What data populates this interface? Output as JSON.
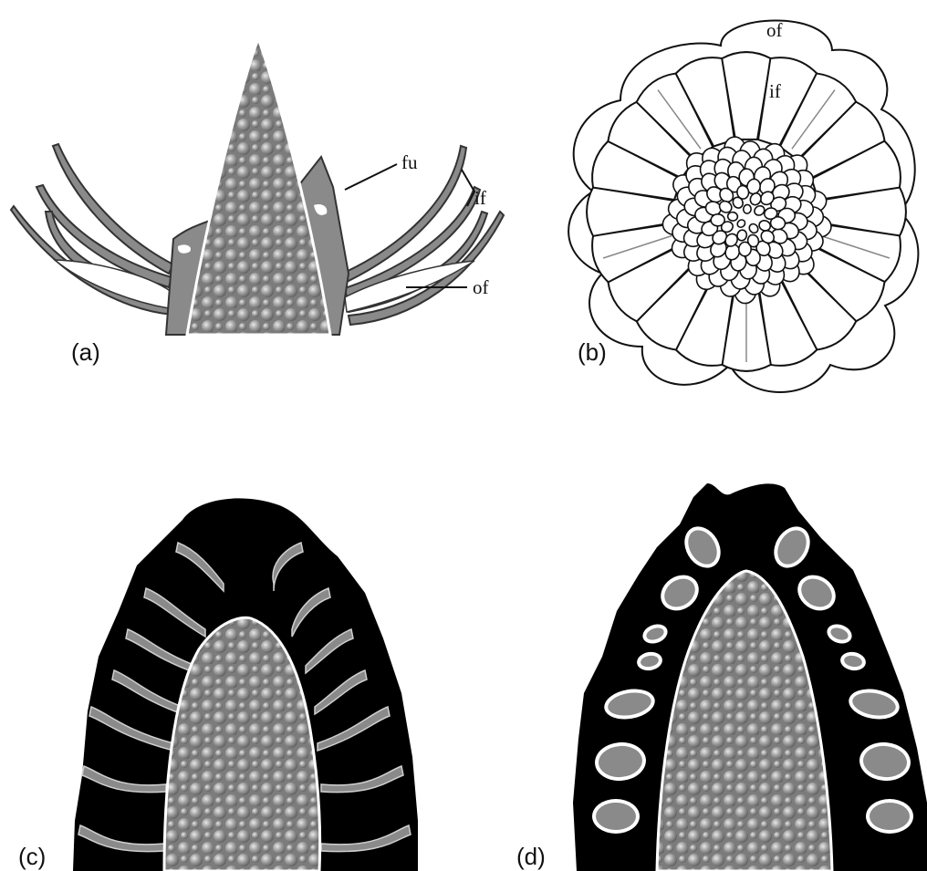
{
  "figure": {
    "panels": [
      {
        "id": "a",
        "label": "(a)"
      },
      {
        "id": "b",
        "label": "(b)"
      },
      {
        "id": "c",
        "label": "(c)"
      },
      {
        "id": "d",
        "label": "(d)"
      }
    ],
    "annotations": {
      "a_fu": "fu",
      "a_if": "if",
      "a_of": "of",
      "b_of": "of",
      "b_if": "if"
    }
  },
  "colors": {
    "background": "#ffffff",
    "tissue_dark": "#000000",
    "tissue_gray": "#8a8a8a",
    "outline": "#333333",
    "bead_light": "#b5b5b5",
    "bead_dark": "#6a6a6a"
  }
}
